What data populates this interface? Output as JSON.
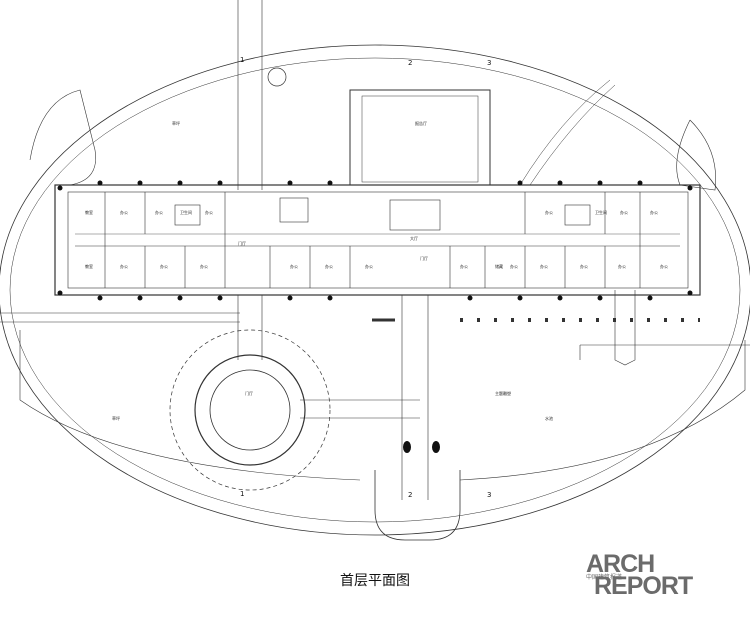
{
  "title": "首层平面图",
  "watermark": {
    "line1": "ARCH",
    "line2": "REPORT",
    "subtitle": "中国建筑报道"
  },
  "section_marks": [
    "1",
    "2",
    "3",
    "1",
    "2",
    "3"
  ],
  "room_labels": [
    "教室",
    "办公",
    "办公",
    "办公",
    "办公",
    "办公",
    "门厅",
    "大厅",
    "办公",
    "办公",
    "办公",
    "办公",
    "办公",
    "储藏",
    "办公",
    "办公",
    "办公",
    "办公",
    "报告厅",
    "水池",
    "主题雕塑",
    "草坪",
    "草坪",
    "办公",
    "办公",
    "卫生间",
    "卫生间",
    "办公",
    "教室",
    "办公",
    "门厅",
    "门厅"
  ],
  "colors": {
    "line": "#333333",
    "fill": "#ffffff",
    "text": "#111111",
    "logo": "#6b6b6b"
  }
}
